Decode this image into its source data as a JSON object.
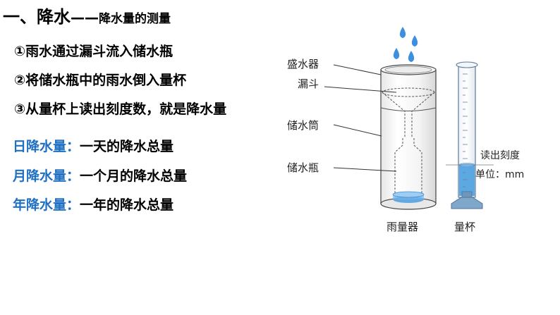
{
  "title": {
    "main": "一、降水",
    "dash": "——",
    "sub": "降水量的测量"
  },
  "steps": [
    "①雨水通过漏斗流入储水瓶",
    "②将储水瓶中的雨水倒入量杯",
    "③从量杯上读出刻度数，就是降水量"
  ],
  "definitions": [
    {
      "term": "日降水量：",
      "desc": "一天的降水总量"
    },
    {
      "term": "月降水量：",
      "desc": "一个月的降水总量"
    },
    {
      "term": "年降水量：",
      "desc": "一年的降水总量"
    }
  ],
  "diagram": {
    "labels": {
      "container": "盛水器",
      "funnel": "漏斗",
      "storage_cylinder": "储水筒",
      "storage_bottle": "储水瓶",
      "rain_gauge": "雨量器",
      "measuring_cup": "量杯",
      "read_scale": "读出刻度",
      "unit": "单位：mm"
    }
  },
  "colors": {
    "accent": "#1f6fc3",
    "water": "#4a9ee0",
    "cup_base": "#7fa7c9"
  }
}
